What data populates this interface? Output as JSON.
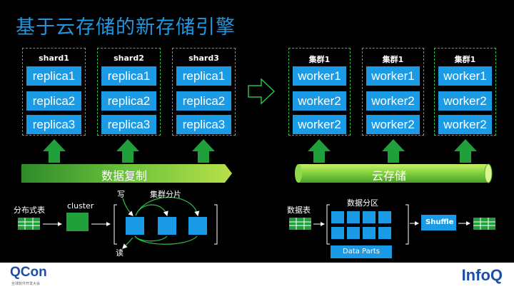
{
  "title": "基于云存储的新存储引擎",
  "left": {
    "shards": [
      {
        "label": "shard1",
        "items": [
          "replica1",
          "replica2",
          "replica3"
        ]
      },
      {
        "label": "shard2",
        "items": [
          "replica1",
          "replica2",
          "replica3"
        ]
      },
      {
        "label": "shard3",
        "items": [
          "replica1",
          "replica2",
          "replica3"
        ]
      }
    ],
    "band_label": "数据复制",
    "bottom": {
      "table_label": "分布式表",
      "cluster_label": "cluster",
      "write_label": "写",
      "read_label": "读",
      "sharding_label": "集群分片"
    }
  },
  "right": {
    "clusters": [
      {
        "label": "集群1",
        "items": [
          "worker1",
          "worker2",
          "worker2"
        ]
      },
      {
        "label": "集群1",
        "items": [
          "worker1",
          "worker2",
          "worker2"
        ]
      },
      {
        "label": "集群1",
        "items": [
          "worker1",
          "worker2",
          "worker2"
        ]
      }
    ],
    "band_label": "云存储",
    "bottom": {
      "table_label": "数据表",
      "partition_label": "数据分区",
      "data_parts_label": "Data Parts",
      "shuffle_label": "Shuffle"
    }
  },
  "footer": {
    "qcon": "QCon",
    "qcon_sub": "全球软件开发大会",
    "infoq": "InfoQ"
  },
  "colors": {
    "title": "#2196e0",
    "box": "#1b9ae6",
    "dashed_border": "#2bbf4a",
    "arrow_green": "#1fa03a",
    "band_green": "#7ed63a"
  }
}
